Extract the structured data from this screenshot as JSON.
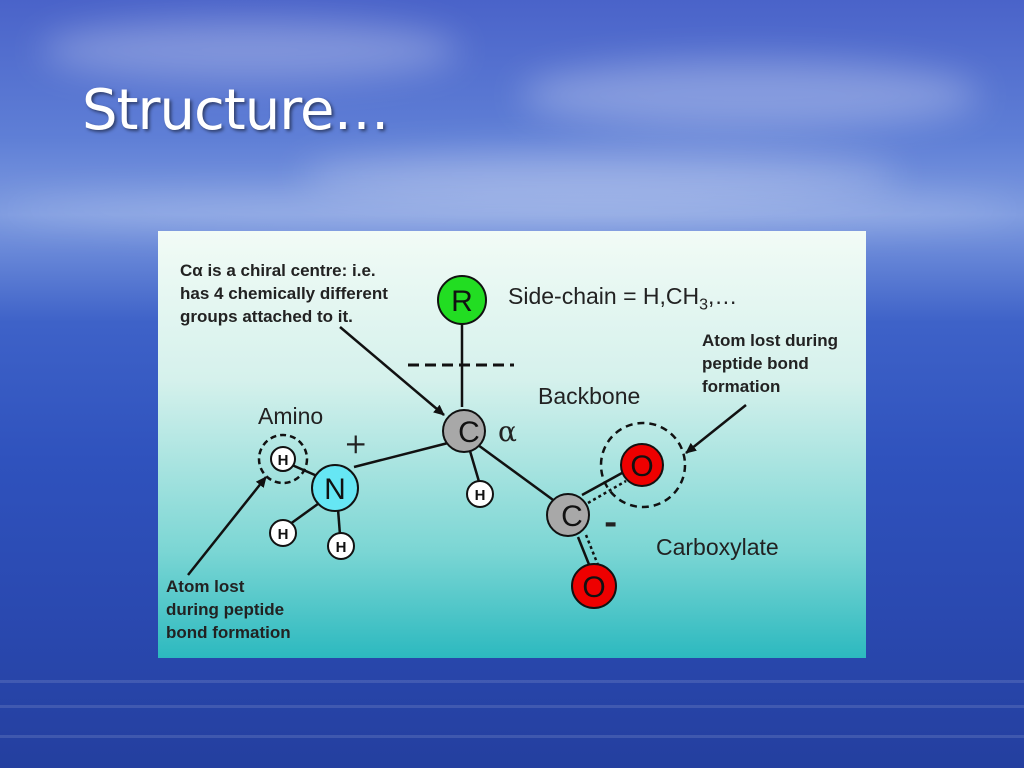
{
  "slide": {
    "title": "Structure…"
  },
  "diagram": {
    "chiral_note_line1": "Cα is a chiral centre: i.e.",
    "chiral_note_line2": "has 4 chemically different",
    "chiral_note_line3": "groups attached to it.",
    "side_chain_text": "Side-chain = H,CH",
    "side_chain_sub": "3",
    "side_chain_tail": ",…",
    "atom_lost_right_line1": "Atom lost during",
    "atom_lost_right_line2": "peptide bond",
    "atom_lost_right_line3": "formation",
    "backbone_label": "Backbone",
    "amino_label": "Amino",
    "carboxylate_label": "Carboxylate",
    "atom_lost_left_line1": "Atom lost",
    "atom_lost_left_line2": "during peptide",
    "atom_lost_left_line3": "bond formation",
    "plus_charge": "+",
    "minus_charge": "-",
    "alpha_symbol": "α",
    "atoms": {
      "r": "R",
      "c_alpha": "C",
      "c_carboxyl": "C",
      "n": "N",
      "o_top": "O",
      "o_bottom": "O",
      "h": "H"
    },
    "colors": {
      "r_group": "#22dd22",
      "carbon": "#a8a8a8",
      "nitrogen": "#66e6f4",
      "oxygen": "#ee0000",
      "hydrogen": "#ffffff"
    }
  }
}
